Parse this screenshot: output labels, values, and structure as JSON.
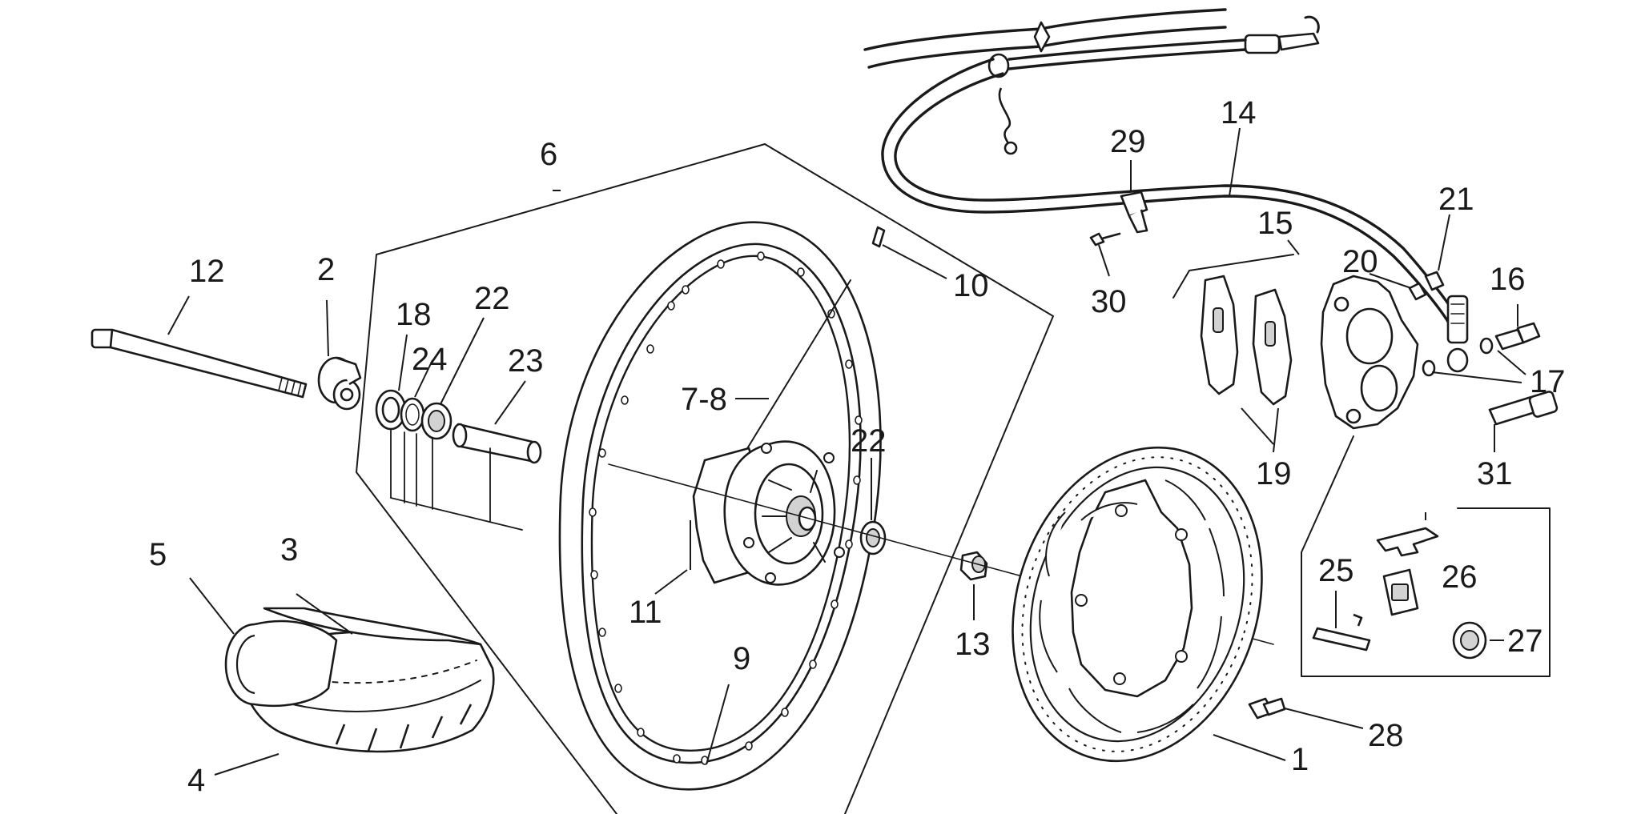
{
  "colors": {
    "line": "#1a1a1a",
    "shade": "#d2d2d2",
    "background": "#ffffff"
  },
  "labels": {
    "n1": "1",
    "n2": "2",
    "n3": "3",
    "n4": "4",
    "n5": "5",
    "n6": "6",
    "n7_8": "7-8",
    "n9": "9",
    "n10": "10",
    "n11": "11",
    "n12": "12",
    "n13": "13",
    "n14": "14",
    "n15": "15",
    "n16": "16",
    "n17": "17",
    "n18": "18",
    "n19": "19",
    "n20": "20",
    "n21": "21",
    "n22a": "22",
    "n22b": "22",
    "n23": "23",
    "n24": "24",
    "n25": "25",
    "n26": "26",
    "n27": "27",
    "n28": "28",
    "n29": "29",
    "n30": "30",
    "n31": "31"
  }
}
